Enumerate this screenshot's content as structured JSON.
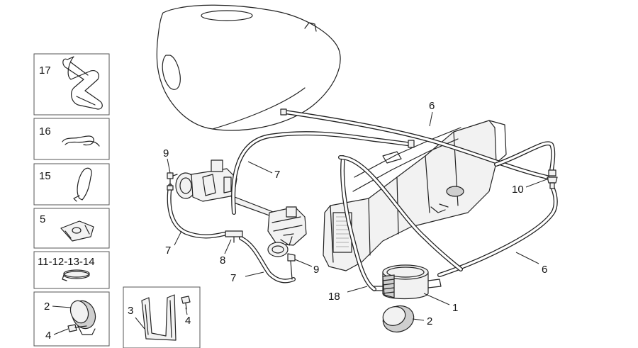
{
  "labels": {
    "box_17": "17",
    "box_16": "16",
    "box_15": "15",
    "box_5": "5",
    "box_11_14": "11-12-13-14",
    "box_clamp_2": "2",
    "box_clamp_4": "4",
    "box_bracket_3": "3",
    "box_bracket_4": "4",
    "pipe_6_top": "6",
    "pipe_6_right": "6",
    "pipe_7_upper": "7",
    "pipe_7_left": "7",
    "pipe_7_lower": "7",
    "fitting_9_top": "9",
    "fitting_9_bottom": "9",
    "tee_8": "8",
    "valve_10": "10",
    "hose_18": "18",
    "canister_1": "1",
    "clamp_2": "2"
  }
}
